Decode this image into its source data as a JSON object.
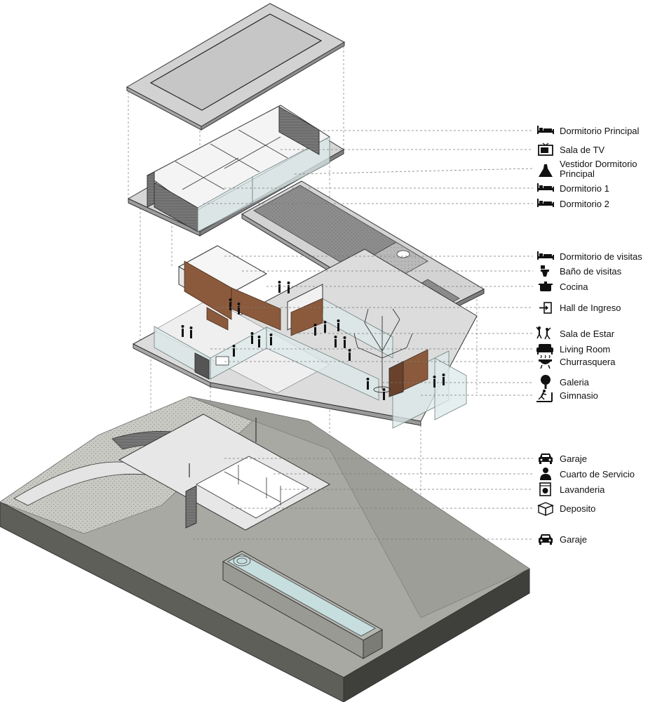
{
  "legend": {
    "roof": [],
    "upper_floor": [
      {
        "label": "Dormitorio Principal",
        "icon": "bed-icon"
      },
      {
        "label": "Sala de TV",
        "icon": "tv-icon"
      },
      {
        "label": "Vestidor Dormitorio Principal",
        "icon": "dress-icon"
      },
      {
        "label": "Dormitorio 1",
        "icon": "bed-icon"
      },
      {
        "label": "Dormitorio 2",
        "icon": "bed-icon"
      }
    ],
    "ground_floor": [
      {
        "label": "Dormitorio de visitas",
        "icon": "bed-icon"
      },
      {
        "label": "Baño de visitas",
        "icon": "toilet-icon"
      },
      {
        "label": "Cocina",
        "icon": "pot-icon"
      },
      {
        "label": "Hall de Ingreso",
        "icon": "entrance-icon"
      },
      {
        "label": "Sala de Estar",
        "icon": "dancing-people-icon"
      },
      {
        "label": "Living Room",
        "icon": "sofa-icon"
      },
      {
        "label": "Churrasquera",
        "icon": "grill-icon"
      },
      {
        "label": "Galeria",
        "icon": "tree-icon"
      },
      {
        "label": "Gimnasio",
        "icon": "treadmill-icon"
      }
    ],
    "basement": [
      {
        "label": "Garaje",
        "icon": "car-icon"
      },
      {
        "label": "Cuarto de Servicio",
        "icon": "person-icon"
      },
      {
        "label": "Lavanderia",
        "icon": "washing-machine-icon"
      },
      {
        "label": "Deposito",
        "icon": "box-icon"
      },
      {
        "label": "Garaje",
        "icon": "car-icon"
      }
    ]
  },
  "colors": {
    "roof": "#cfcfcf",
    "slab": "#d9d9d9",
    "glass": "#dde9e9",
    "wood": "#8b5a3c",
    "terrain_side": "#6b6b65",
    "terrain_top": "#a9a9a3",
    "pool_water": "#c7dede"
  }
}
